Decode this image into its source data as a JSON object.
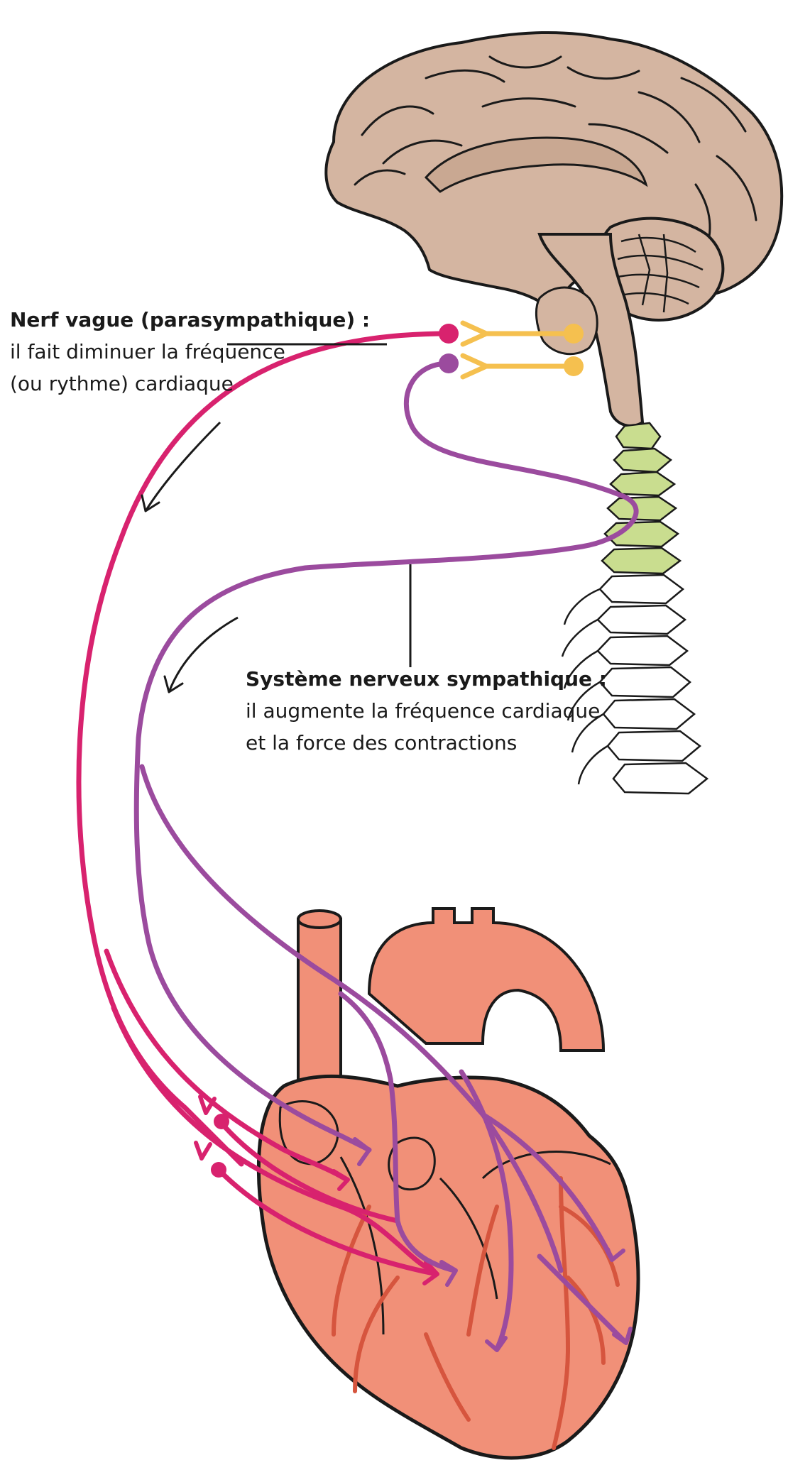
{
  "vagus_label": {
    "title": "Nerf vague (parasympathique) :",
    "line1": "il fait diminuer la fréquence",
    "line2": "(ou rythme) cardiaque"
  },
  "sympathetic_label": {
    "title": "Système nerveux sympathique :",
    "line1": "il augmente la fréquence cardiaque",
    "line2": "et la force des contractions"
  },
  "colors": {
    "vagus_nerve": "#d8226e",
    "sympathetic_nerve": "#9b4b9e",
    "synapse_terminal": "#f5c04f",
    "brain_fill": "#d4b5a1",
    "spine_cervical": "#c9dd8f",
    "heart_fill": "#f19078",
    "heart_vessels": "#d6553e",
    "outline": "#1a1a1a"
  }
}
